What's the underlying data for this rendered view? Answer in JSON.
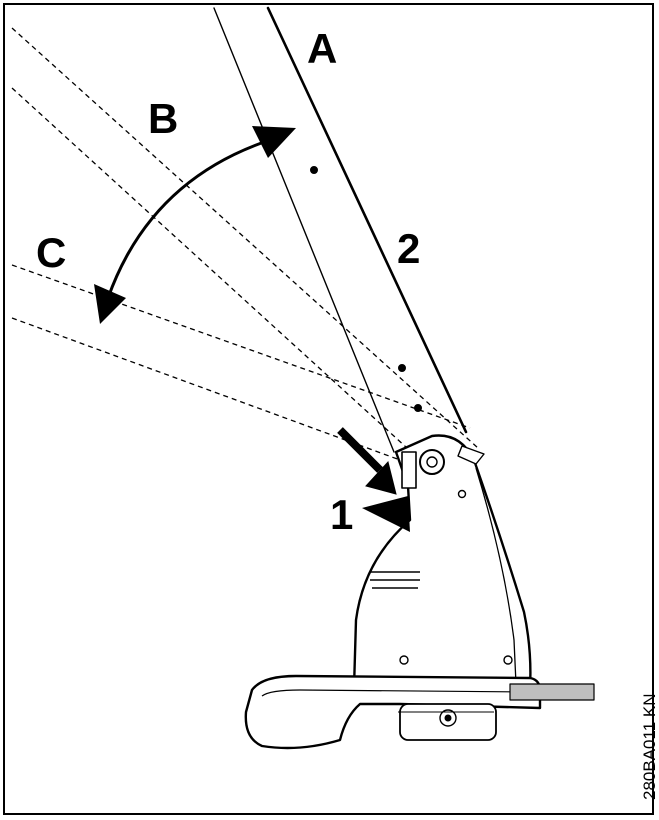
{
  "labels": {
    "a": "A",
    "b": "B",
    "c": "C",
    "two": "2",
    "one": "1"
  },
  "figure_code": "280BA011 KN",
  "colors": {
    "ink": "#000000",
    "paper": "#ffffff",
    "shadow": "#bfbfbf"
  }
}
